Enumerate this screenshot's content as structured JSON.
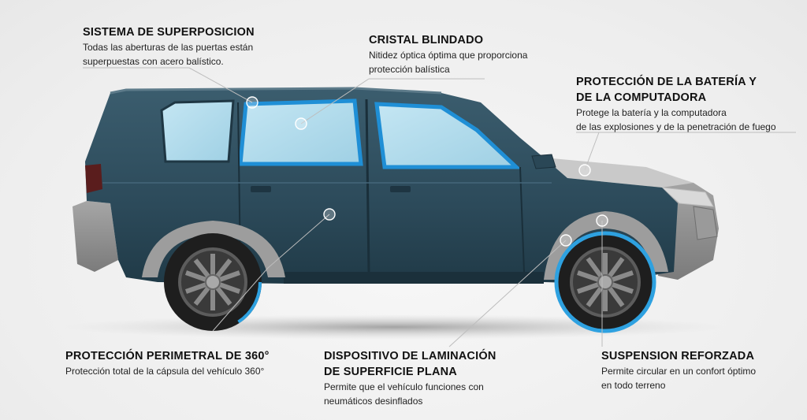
{
  "colors": {
    "body": "#2c4a5a",
    "body_dark": "#1f3744",
    "glass": "#a9d8ea",
    "frame_blue": "#1f8fd6",
    "grey_panel": "#8a8a8a",
    "tire": "#1e1e1e",
    "rim": "#6e6e6e",
    "text": "#111111"
  },
  "callouts": {
    "overlap": {
      "title": "SISTEMA DE SUPERPOSICION",
      "line1": "Todas las aberturas de las puertas están",
      "line2": "superpuestas con acero balístico."
    },
    "glass": {
      "title": "CRISTAL BLINDADO",
      "line1": "Nitidez óptica óptima que proporciona",
      "line2": "protección balística"
    },
    "battery": {
      "title1": "PROTECCIÓN DE LA BATERÍA Y",
      "title2": "DE LA COMPUTADORA",
      "line1": "Protege la batería y la computadora",
      "line2": "de las explosiones y de la penetración de fuego"
    },
    "perimeter": {
      "title": "PROTECCIÓN PERIMETRAL DE  360°",
      "line1": "Protección total de la cápsula del vehículo 360°"
    },
    "lamination": {
      "title1": "DISPOSITIVO DE LAMINACIÓN",
      "title2": "DE SUPERFICIE PLANA",
      "line1": "Permite que el vehículo funciones con",
      "line2": "neumáticos desinflados"
    },
    "suspension": {
      "title": "SUSPENSION REFORZADA",
      "line1": "Permite circular en un confort óptimo",
      "line2": "en todo terreno"
    }
  },
  "icons": {
    "hotspot": "hotspot-circle-icon",
    "wheel": "alloy-wheel-icon"
  }
}
